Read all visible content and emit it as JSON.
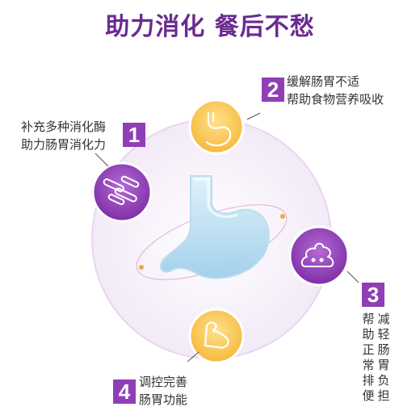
{
  "title": "助力消化 餐后不愁",
  "items": [
    {
      "number": "1",
      "line1": "补充多种消化酶",
      "line2": "助力肠胃消化力",
      "icon": "bacteria-icon"
    },
    {
      "number": "2",
      "line1": "缓解肠胃不适",
      "line2": "帮助食物营养吸收",
      "icon": "stomach-icon"
    },
    {
      "number": "3",
      "col1": "帮助正常排便",
      "col2": "减轻肠胃负担",
      "icon": "poop-icon"
    },
    {
      "number": "4",
      "line1": "调控完善",
      "line2": "肠胃功能",
      "icon": "muscle-arm-icon"
    }
  ],
  "colors": {
    "purple": "#8f3fb6",
    "title": "#6a2b91",
    "gold": "#f7c14c"
  }
}
